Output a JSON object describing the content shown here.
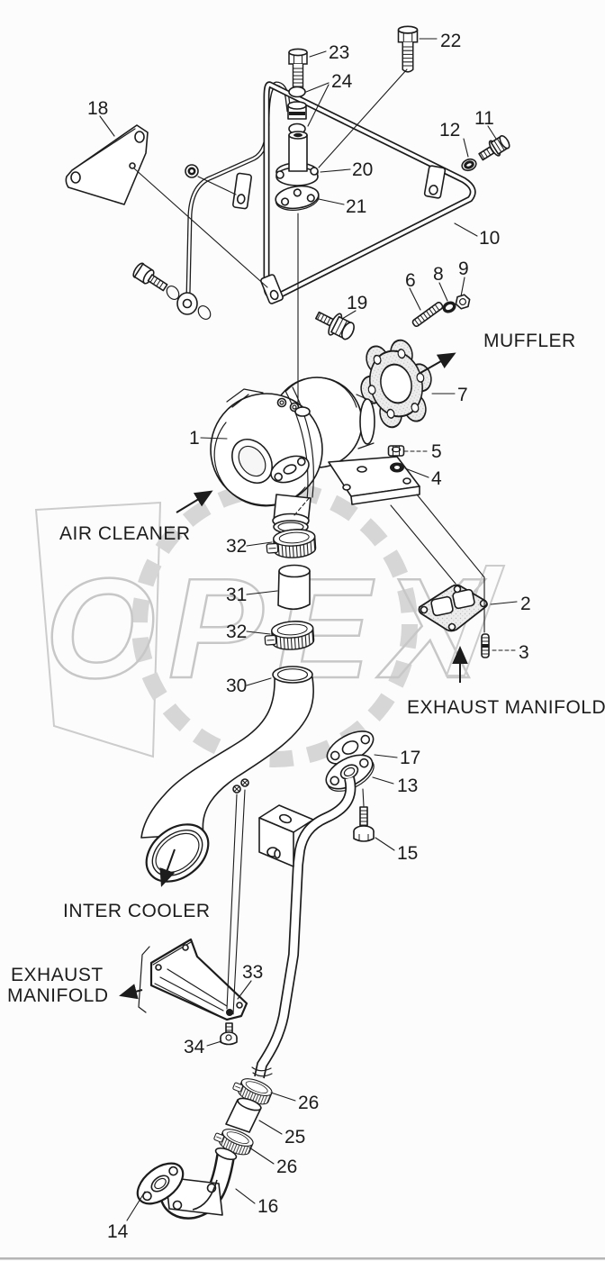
{
  "colors": {
    "ink": "#1c1c1c",
    "watermark": "#c7c7c7",
    "background": "#fcfcfc"
  },
  "watermark_text": "OPEX",
  "annotations": {
    "muffler": "MUFFLER",
    "air_cleaner": "AIR CLEANER",
    "exhaust_manifold_right": "EXHAUST MANIFOLD",
    "inter_cooler": "INTER COOLER",
    "exhaust_manifold_left_line1": "EXHAUST",
    "exhaust_manifold_left_line2": "MANIFOLD"
  },
  "callouts": [
    {
      "label": "18"
    },
    {
      "label": "23"
    },
    {
      "label": "24"
    },
    {
      "label": "22"
    },
    {
      "label": "11"
    },
    {
      "label": "12"
    },
    {
      "label": "20"
    },
    {
      "label": "21"
    },
    {
      "label": "10"
    },
    {
      "label": "19"
    },
    {
      "label": "6"
    },
    {
      "label": "8"
    },
    {
      "label": "9"
    },
    {
      "label": "7"
    },
    {
      "label": "1"
    },
    {
      "label": "5"
    },
    {
      "label": "4"
    },
    {
      "label": "32"
    },
    {
      "label": "31"
    },
    {
      "label": "32"
    },
    {
      "label": "30"
    },
    {
      "label": "2"
    },
    {
      "label": "3"
    },
    {
      "label": "17"
    },
    {
      "label": "13"
    },
    {
      "label": "15"
    },
    {
      "label": "33"
    },
    {
      "label": "34"
    },
    {
      "label": "26"
    },
    {
      "label": "25"
    },
    {
      "label": "26"
    },
    {
      "label": "16"
    },
    {
      "label": "14"
    }
  ]
}
